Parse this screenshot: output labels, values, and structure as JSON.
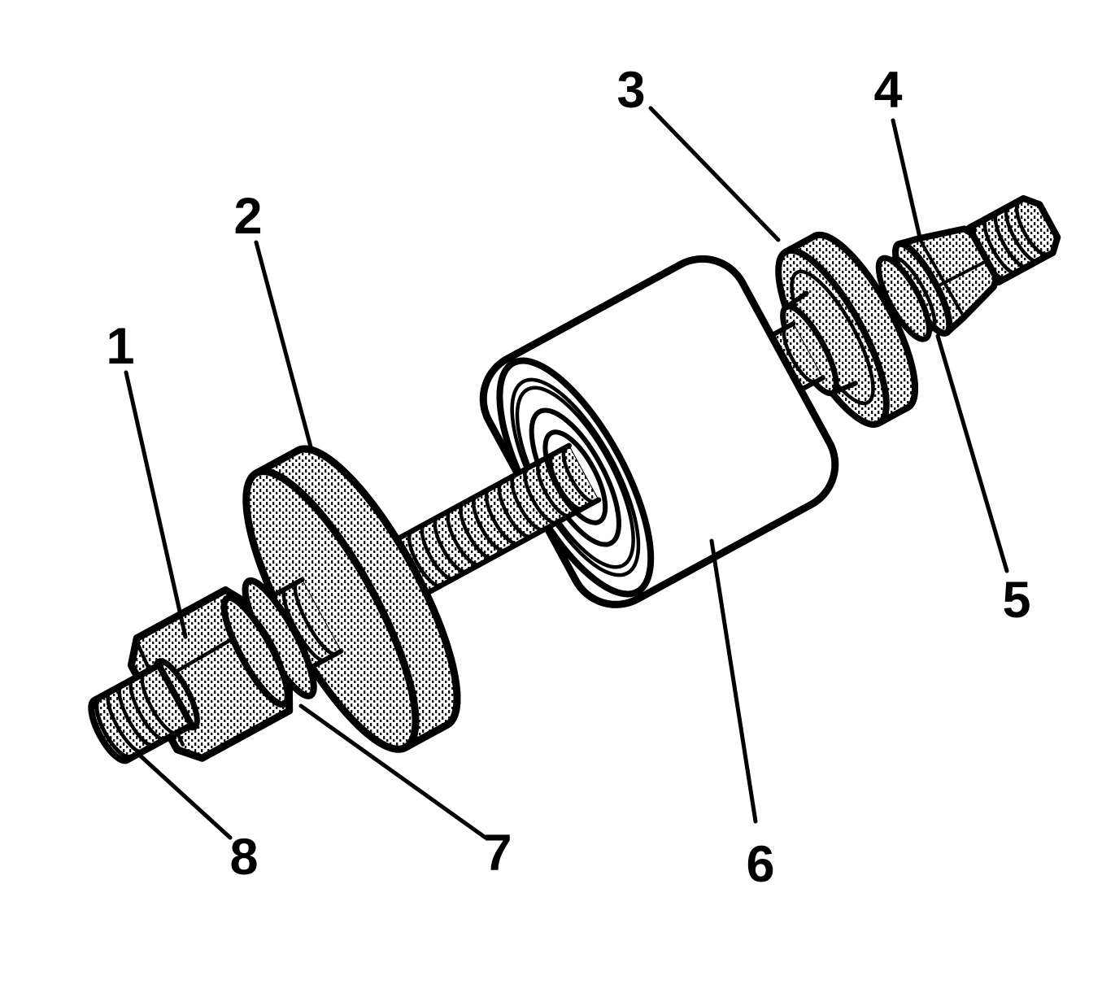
{
  "figure": {
    "kind": "exploded-parts-diagram",
    "colors": {
      "ink": "#000000",
      "paper": "#ffffff"
    }
  },
  "labels": [
    {
      "text": "1"
    },
    {
      "text": "2"
    },
    {
      "text": "3"
    },
    {
      "text": "4"
    },
    {
      "text": "5"
    },
    {
      "text": "6"
    },
    {
      "text": "7"
    },
    {
      "text": "8"
    }
  ]
}
